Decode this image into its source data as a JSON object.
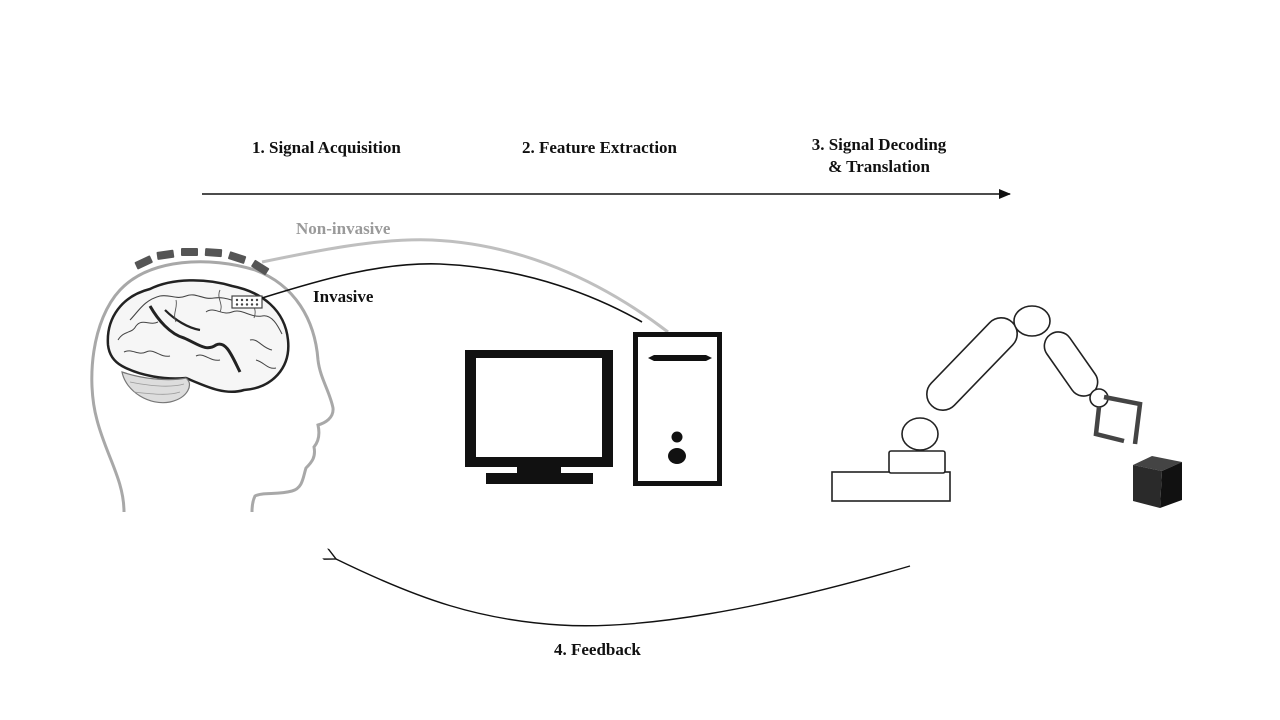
{
  "steps": {
    "acquisition": "1. Signal Acquisition",
    "extraction": "2. Feature Extraction",
    "decoding_line1": "3. Signal Decoding",
    "decoding_line2": "& Translation",
    "feedback": "4. Feedback"
  },
  "signal_paths": {
    "non_invasive": "Non-invasive",
    "invasive": "Invasive"
  },
  "colors": {
    "ink": "#111111",
    "non_invasive_wire": "#bfbfbf",
    "non_invasive_label": "#9a9a9a",
    "cube": "#1e1e1e"
  },
  "icons": [
    "head-brain-icon",
    "electrode-cap-icon",
    "implant-array-icon",
    "monitor-icon",
    "computer-tower-icon",
    "robotic-arm-icon",
    "cube-object-icon"
  ]
}
